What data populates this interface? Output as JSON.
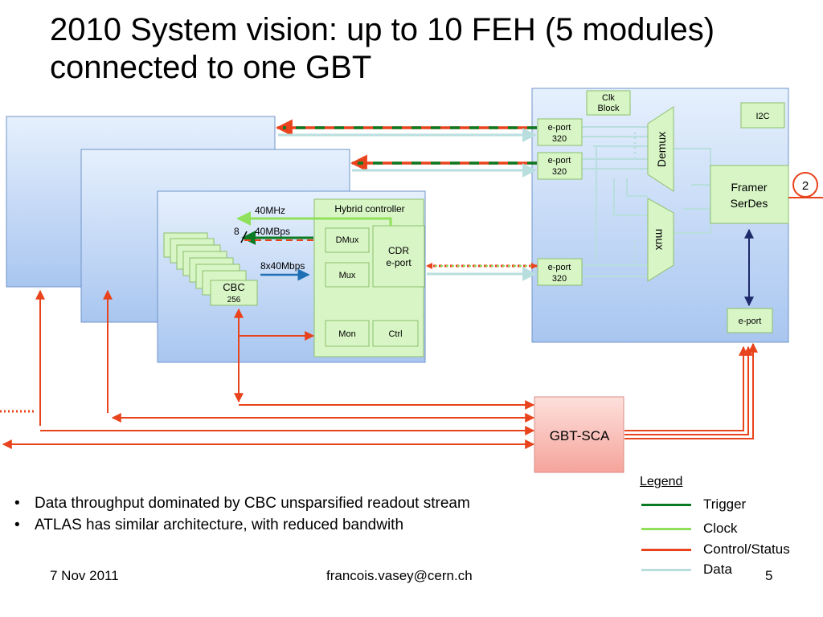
{
  "slide": {
    "title_line1": "2010 System vision: up to 10 FEH (5 modules)",
    "title_line2": "connected to one GBT"
  },
  "diagram": {
    "gbt": {
      "clk_block": [
        "Clk",
        "Block"
      ],
      "i2c": "I2C",
      "demux": "Demux",
      "mux": "mux",
      "framer": [
        "Framer",
        "SerDes"
      ],
      "eport": "e-port",
      "eport_rate": "320",
      "eport_bottom": "e-port",
      "badge": "2"
    },
    "hybrid": {
      "title": "Hybrid controller",
      "dmux": "DMux",
      "mux": "Mux",
      "cdr": [
        "CDR",
        "e-port"
      ],
      "mon": "Mon",
      "ctrl": "Ctrl"
    },
    "cbc": {
      "name": "CBC",
      "count": "256"
    },
    "labels": {
      "clock_freq": "40MHz",
      "bus_width": "8",
      "ctrl_rate": "40MBps",
      "data_rate": "8x40Mbps"
    },
    "gbt_sca": "GBT-SCA"
  },
  "colors": {
    "trigger": "#0a7a23",
    "clock": "#8fe05a",
    "control": "#e8431c",
    "data": "#b9dede"
  },
  "bullets": [
    "Data throughput dominated by CBC unsparsified readout stream",
    "ATLAS has similar architecture, with reduced bandwith"
  ],
  "legend": {
    "title": "Legend",
    "items": [
      {
        "label": "Trigger",
        "color": "#0a7a23"
      },
      {
        "label": "Clock",
        "color": "#8fe05a"
      },
      {
        "label": "Control/Status",
        "color": "#e8431c"
      },
      {
        "label": "Data",
        "color": "#b9dede"
      }
    ]
  },
  "footer": {
    "date": "7 Nov 2011",
    "email": "francois.vasey@cern.ch",
    "page": "5"
  }
}
